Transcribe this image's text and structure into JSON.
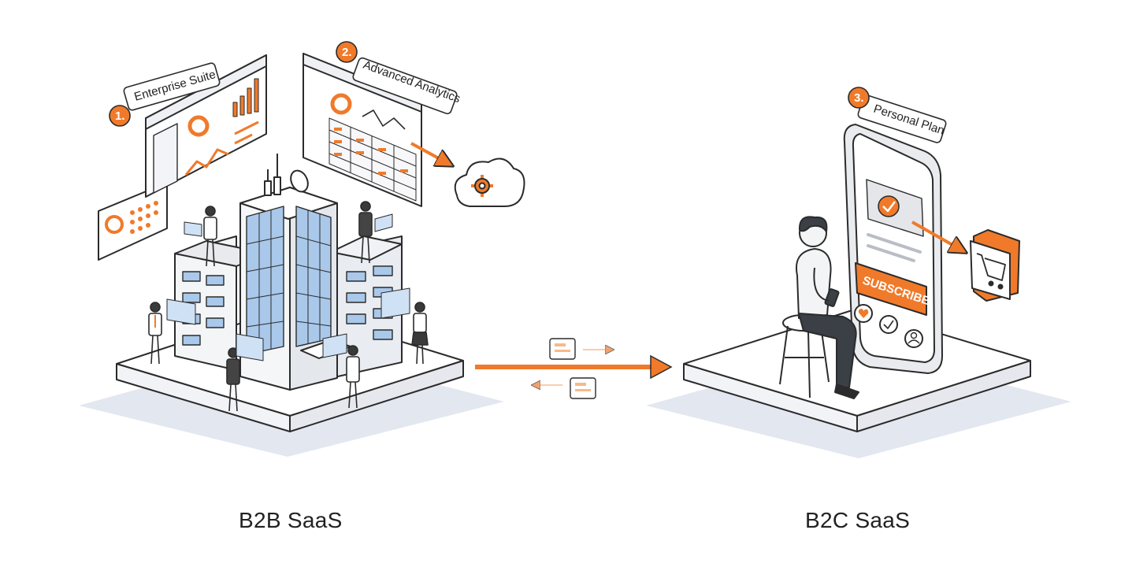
{
  "labels": {
    "b2b": "B2B SaaS",
    "b2c": "B2C SaaS"
  },
  "callouts": [
    {
      "number": "1.",
      "text": "Enterprise Suite"
    },
    {
      "number": "2.",
      "text": "Advanced Analytics"
    },
    {
      "number": "3.",
      "text": "Personal Plan"
    }
  ],
  "phone": {
    "button": "SUBSCRIBE"
  },
  "colors": {
    "accent": "#F07A2A",
    "stroke": "#2B2B2B",
    "glass": "#A9C8EA",
    "shadow": "#E3E7F0"
  },
  "icons": [
    "cloud-gear-icon",
    "shopping-cart-icon",
    "check-icon",
    "heart-icon",
    "user-icon",
    "document-icon",
    "arrow-right-icon"
  ]
}
